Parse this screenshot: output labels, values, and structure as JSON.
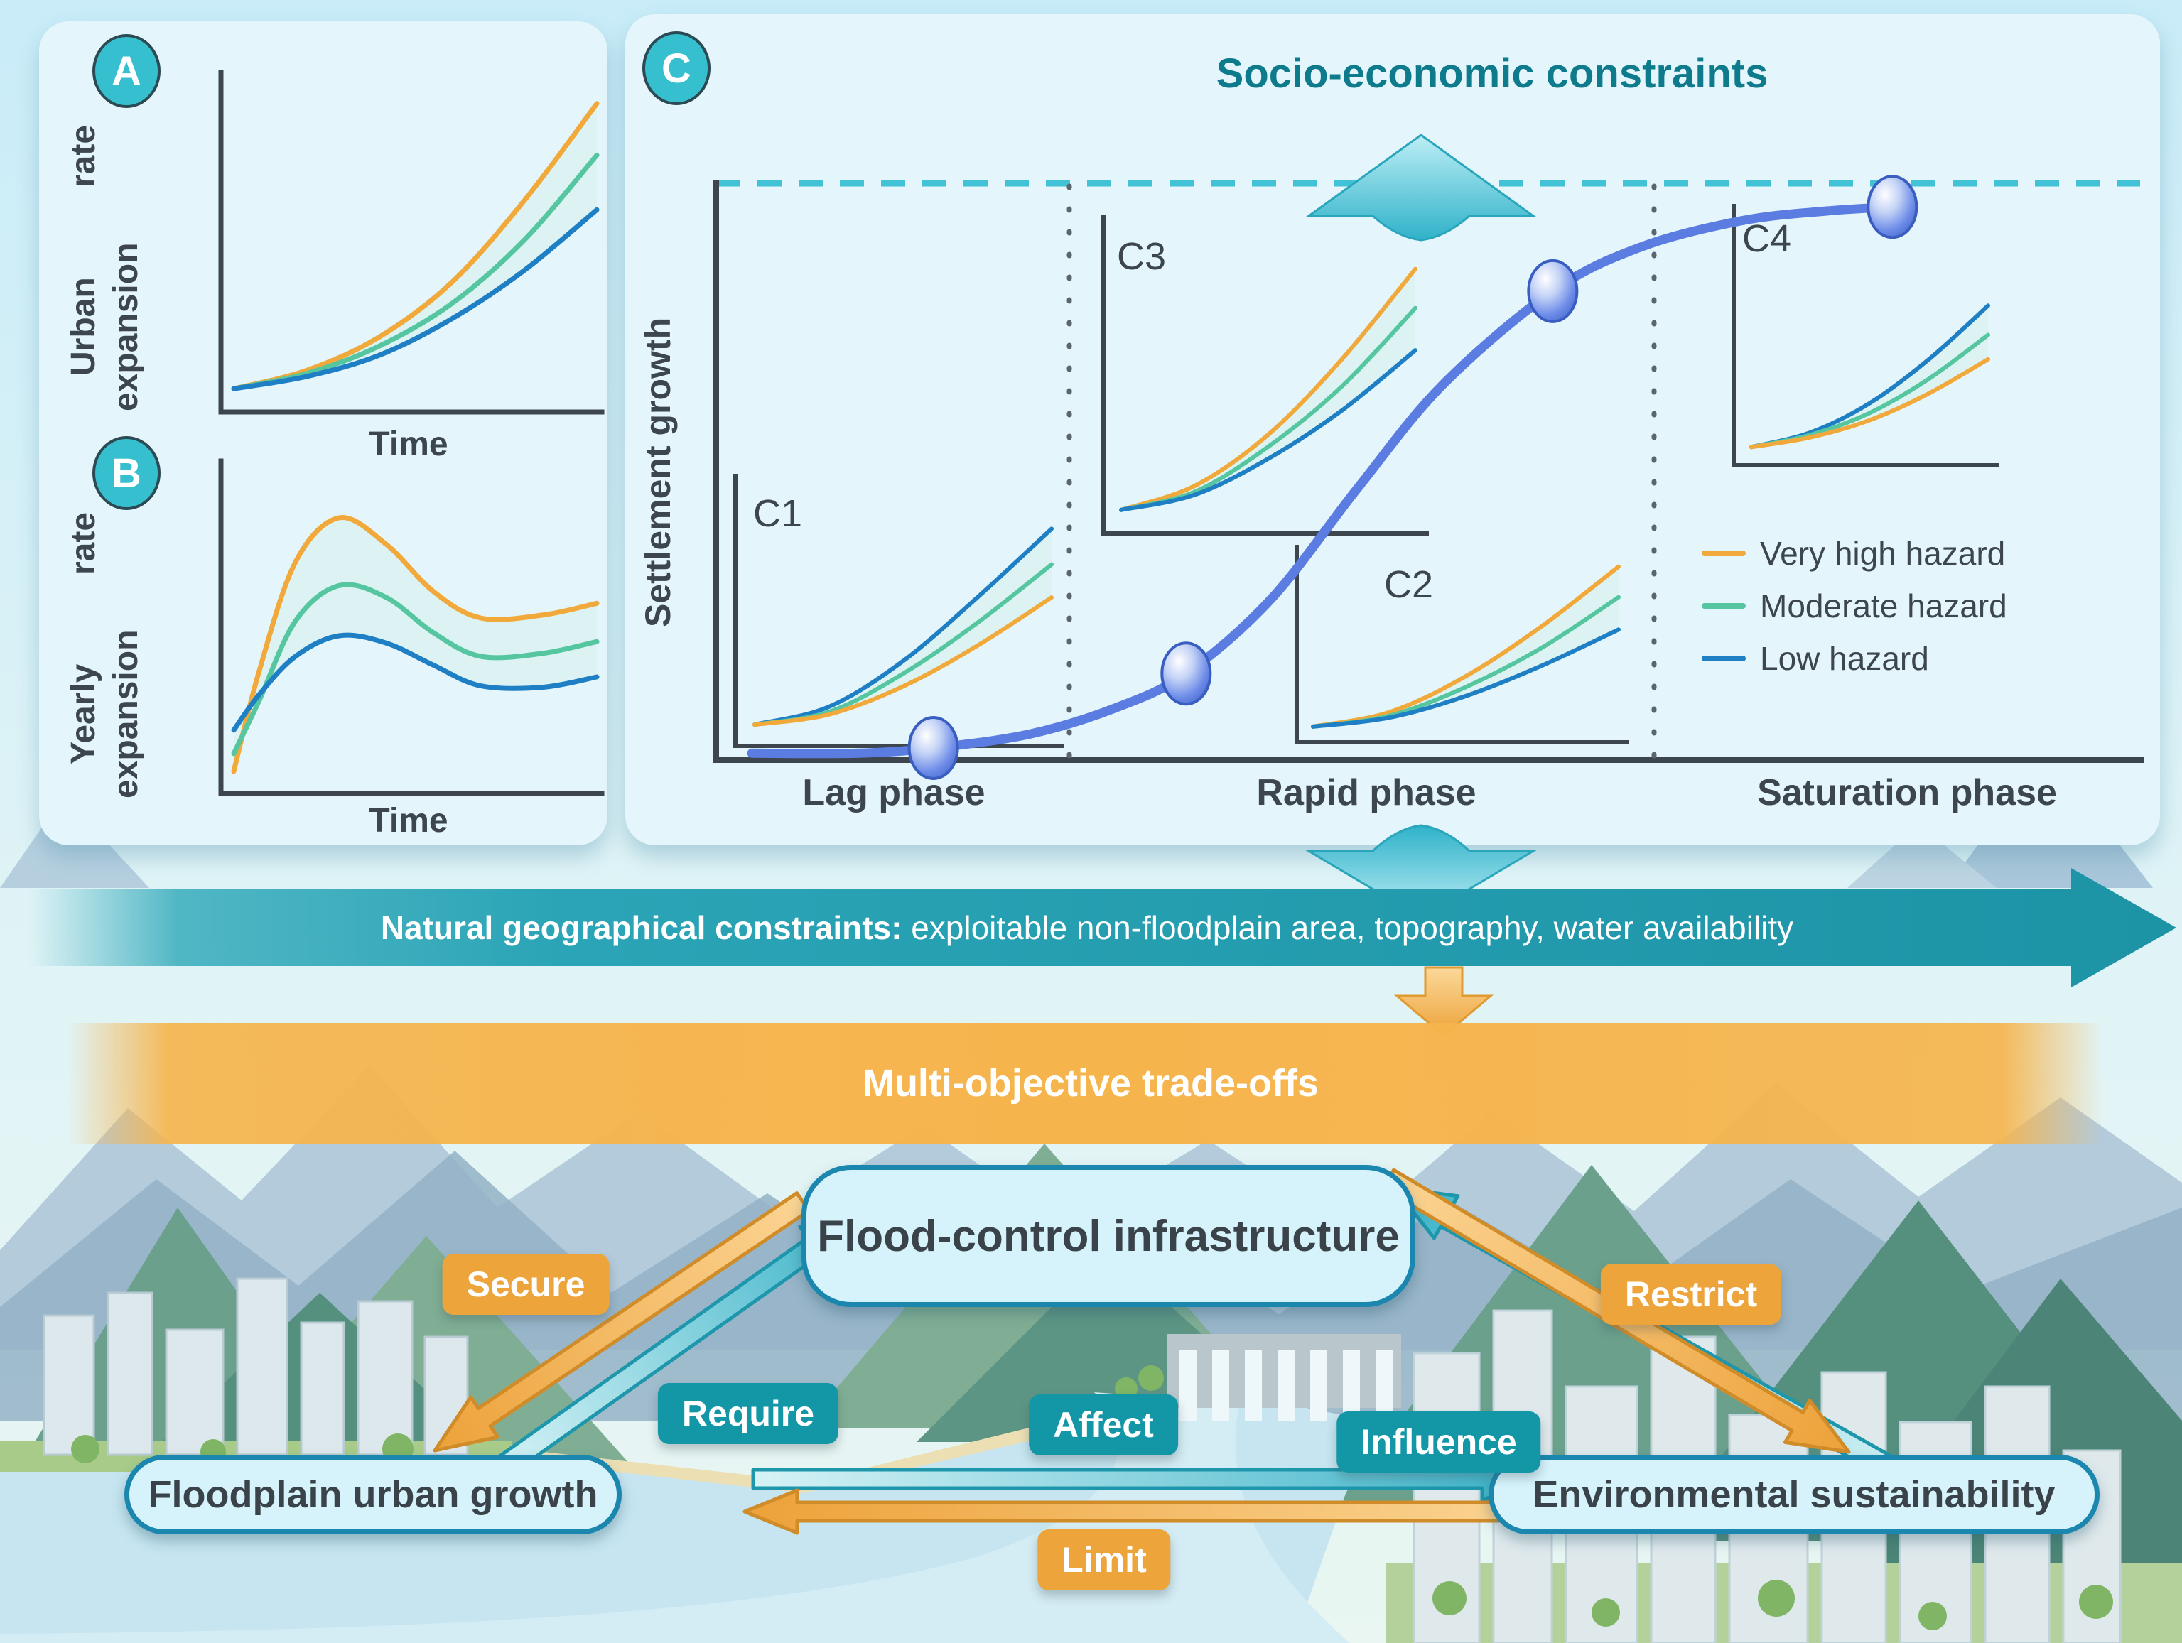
{
  "colors": {
    "hazard_very_high": "#F2A93B",
    "hazard_moderate": "#55C6A0",
    "hazard_low": "#1F7FC4",
    "s_curve": "#5B7CE0",
    "accent_teal": "#1397A6",
    "accent_orange": "#EDA43A",
    "badge_teal": "#35BFCF",
    "axis_gray": "#3D464D",
    "constraint_dash": "#41C2D6",
    "title_teal": "#0D7B8C"
  },
  "panel_a": {
    "badge": "A",
    "y_label_line1": "Urban expansion",
    "y_label_line2": "rate",
    "x_label": "Time",
    "chart_data": {
      "type": "line",
      "title": "Urban expansion rate over time by flood hazard level",
      "xlabel": "Time",
      "ylabel": "Urban expansion rate",
      "grid": false,
      "x": [
        0,
        0.2,
        0.4,
        0.6,
        0.8,
        1
      ],
      "series": [
        {
          "name": "Very high hazard",
          "color_key": "hazard_very_high",
          "values": [
            0.03,
            0.09,
            0.2,
            0.38,
            0.65,
            0.97
          ]
        },
        {
          "name": "Moderate hazard",
          "color_key": "hazard_moderate",
          "values": [
            0.03,
            0.08,
            0.17,
            0.31,
            0.52,
            0.8
          ]
        },
        {
          "name": "Low hazard",
          "color_key": "hazard_low",
          "values": [
            0.03,
            0.07,
            0.14,
            0.26,
            0.42,
            0.62
          ]
        }
      ]
    }
  },
  "panel_b": {
    "badge": "B",
    "y_label_line1": "Yearly expansion",
    "y_label_line2": "rate",
    "x_label": "Time",
    "chart_data": {
      "type": "line",
      "title": "Yearly expansion rate over time by flood hazard level",
      "xlabel": "Time",
      "ylabel": "Yearly expansion rate",
      "grid": false,
      "x": [
        0,
        0.07,
        0.17,
        0.29,
        0.42,
        0.55,
        0.68,
        0.85,
        1
      ],
      "series": [
        {
          "name": "Very high hazard",
          "color_key": "hazard_very_high",
          "values": [
            0.01,
            0.35,
            0.72,
            0.87,
            0.78,
            0.62,
            0.53,
            0.54,
            0.58
          ]
        },
        {
          "name": "Moderate hazard",
          "color_key": "hazard_moderate",
          "values": [
            0.07,
            0.25,
            0.52,
            0.64,
            0.6,
            0.48,
            0.4,
            0.41,
            0.45
          ]
        },
        {
          "name": "Low hazard",
          "color_key": "hazard_low",
          "values": [
            0.15,
            0.27,
            0.4,
            0.47,
            0.445,
            0.37,
            0.3,
            0.295,
            0.33
          ]
        }
      ]
    }
  },
  "panel_c": {
    "badge": "C",
    "title": "Socio-economic constraints",
    "y_label": "Settlement growth",
    "phases": [
      "Lag phase",
      "Rapid phase",
      "Saturation phase"
    ],
    "legend": [
      {
        "label": "Very high hazard",
        "color_key": "hazard_very_high"
      },
      {
        "label": "Moderate hazard",
        "color_key": "hazard_moderate"
      },
      {
        "label": "Low hazard",
        "color_key": "hazard_low"
      }
    ],
    "chart_data": {
      "type": "line",
      "title": "Settlement growth S-curve approaching socio-economic constraint asymptote",
      "ylabel": "Settlement growth",
      "asymptote": "Socio-economic constraints (dashed ceiling)",
      "s_curve": {
        "color_key": "s_curve",
        "x": [
          0.025,
          0.1,
          0.1525,
          0.22,
          0.28,
          0.33,
          0.39,
          0.45,
          0.51,
          0.5875,
          0.65,
          0.72,
          0.78,
          0.826
        ],
        "y": [
          0.012,
          0.012,
          0.021,
          0.045,
          0.09,
          0.15,
          0.28,
          0.47,
          0.65,
          0.813,
          0.89,
          0.935,
          0.952,
          0.959
        ]
      },
      "markers": {
        "x": [
          0.1525,
          0.33,
          0.5875,
          0.826
        ],
        "y": [
          0.021,
          0.15,
          0.813,
          0.959
        ]
      },
      "sub_charts": [
        {
          "label": "C1",
          "phase": "Lag phase",
          "x": [
            0,
            0.25,
            0.5,
            0.75,
            1
          ],
          "series": [
            {
              "name": "Low hazard",
              "color_key": "hazard_low",
              "values": [
                0.05,
                0.12,
                0.3,
                0.55,
                0.82
              ]
            },
            {
              "name": "Moderate hazard",
              "color_key": "hazard_moderate",
              "values": [
                0.05,
                0.1,
                0.25,
                0.45,
                0.68
              ]
            },
            {
              "name": "Very high hazard",
              "color_key": "hazard_very_high",
              "values": [
                0.05,
                0.09,
                0.2,
                0.36,
                0.55
              ]
            }
          ]
        },
        {
          "label": "C2",
          "phase": "Rapid phase",
          "x": [
            0,
            0.25,
            0.5,
            0.75,
            1
          ],
          "series": [
            {
              "name": "Very high hazard",
              "color_key": "hazard_very_high",
              "values": [
                0.04,
                0.12,
                0.32,
                0.6,
                0.93
              ]
            },
            {
              "name": "Moderate hazard",
              "color_key": "hazard_moderate",
              "values": [
                0.04,
                0.1,
                0.26,
                0.48,
                0.76
              ]
            },
            {
              "name": "Low hazard",
              "color_key": "hazard_low",
              "values": [
                0.04,
                0.09,
                0.21,
                0.38,
                0.58
              ]
            }
          ]
        },
        {
          "label": "C3",
          "phase": "Rapid phase",
          "x": [
            0,
            0.25,
            0.5,
            0.75,
            1
          ],
          "series": [
            {
              "name": "Very high hazard",
              "color_key": "hazard_very_high",
              "values": [
                0.05,
                0.13,
                0.3,
                0.55,
                0.85
              ]
            },
            {
              "name": "Moderate hazard",
              "color_key": "hazard_moderate",
              "values": [
                0.05,
                0.11,
                0.26,
                0.46,
                0.72
              ]
            },
            {
              "name": "Low hazard",
              "color_key": "hazard_low",
              "values": [
                0.05,
                0.1,
                0.22,
                0.38,
                0.58
              ]
            }
          ]
        },
        {
          "label": "C4",
          "phase": "Saturation phase",
          "x": [
            0,
            0.25,
            0.5,
            0.75,
            1
          ],
          "series": [
            {
              "name": "Low hazard",
              "color_key": "hazard_low",
              "values": [
                0.04,
                0.1,
                0.22,
                0.4,
                0.62
              ]
            },
            {
              "name": "Moderate hazard",
              "color_key": "hazard_moderate",
              "values": [
                0.04,
                0.09,
                0.18,
                0.32,
                0.5
              ]
            },
            {
              "name": "Very high hazard",
              "color_key": "hazard_very_high",
              "values": [
                0.04,
                0.08,
                0.15,
                0.26,
                0.4
              ]
            }
          ]
        }
      ]
    }
  },
  "banners": {
    "natural_bold": "Natural geographical constraints:",
    "natural_rest": " exploitable non-floodplain area, topography, water availability",
    "tradeoffs": "Multi-objective trade-offs"
  },
  "nodes": {
    "flood_control": "Flood-control infrastructure",
    "floodplain": "Floodplain urban growth",
    "environment": "Environmental sustainability"
  },
  "relations": {
    "secure": "Secure",
    "require": "Require",
    "restrict": "Restrict",
    "influence": "Influence",
    "affect": "Affect",
    "limit": "Limit"
  }
}
